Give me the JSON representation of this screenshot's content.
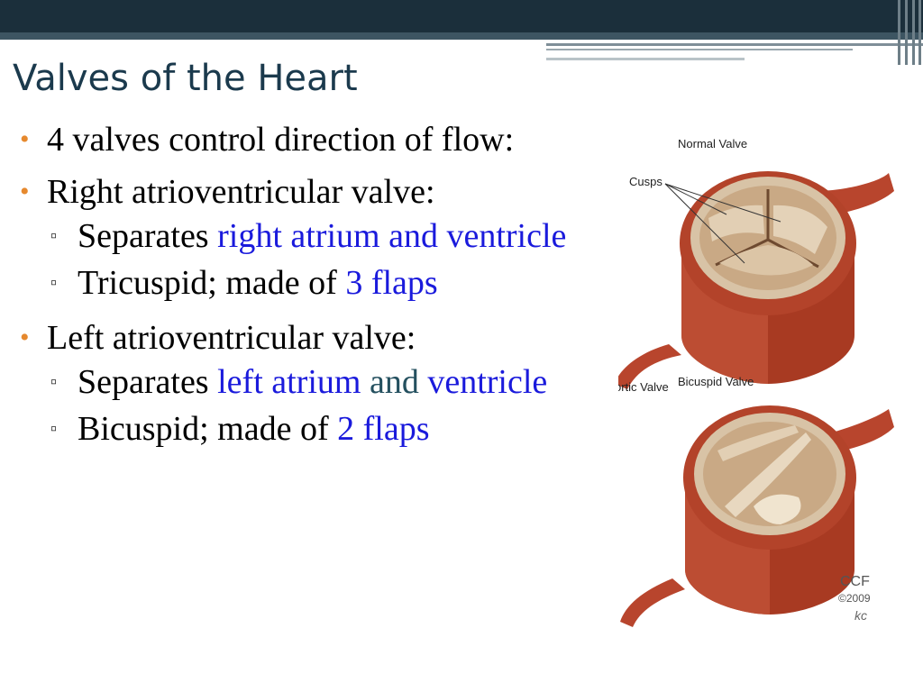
{
  "slide": {
    "title": "Valves of the Heart",
    "bullets": [
      {
        "text": "4 valves control direction of flow:"
      },
      {
        "text": "Right atrioventricular valve:",
        "children": [
          {
            "parts": [
              "Separates ",
              "right atrium and",
              " ventricle"
            ]
          },
          {
            "parts": [
              "Tricuspid; made of ",
              "3 flaps"
            ]
          }
        ]
      },
      {
        "text": "Left atrioventricular valve:",
        "children": [
          {
            "parts": [
              "Separates ",
              "left atrium",
              " and",
              " ventricle"
            ]
          },
          {
            "parts": [
              "Bicuspid; made of ",
              "2 flaps"
            ]
          }
        ]
      }
    ],
    "bullet_glyph": "•",
    "sub_bullet_glyph": "▫"
  },
  "figure": {
    "label_normal": "Normal Valve",
    "label_cusps": "Cusps",
    "label_aortic": "ortic Valve",
    "label_bicuspid": "Bicuspid Valve",
    "credit_line1": "CCF",
    "credit_line2": "©2009",
    "credit_sig": "kc"
  },
  "colors": {
    "header_dark": "#1b2f3b",
    "bullet_orange": "#e6892e",
    "highlight_blue": "#1a1adc",
    "title_color": "#1b3a4d"
  }
}
